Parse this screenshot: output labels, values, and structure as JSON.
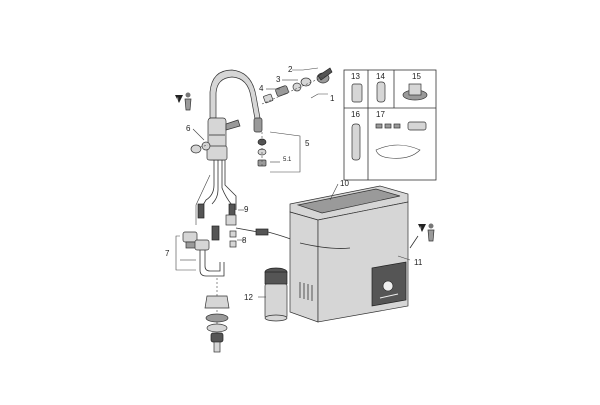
{
  "diagram": {
    "callouts": {
      "c1": "1",
      "c2": "2",
      "c3": "3",
      "c4": "4",
      "c5": "5",
      "c51": "5.1",
      "c6": "6",
      "c7": "7",
      "c8": "8",
      "c9": "9",
      "c10": "10",
      "c11": "11",
      "c12": "12"
    },
    "accessory_table": {
      "cells": [
        "13",
        "14",
        "15",
        "16",
        "17"
      ]
    },
    "colors": {
      "line": "#333333",
      "part": "#d6d6d6",
      "dark": "#555555",
      "panel": "#ffffff"
    },
    "icons": [
      "warning-person-icon",
      "faucet",
      "filter-cartridge",
      "chiller-unit"
    ]
  }
}
